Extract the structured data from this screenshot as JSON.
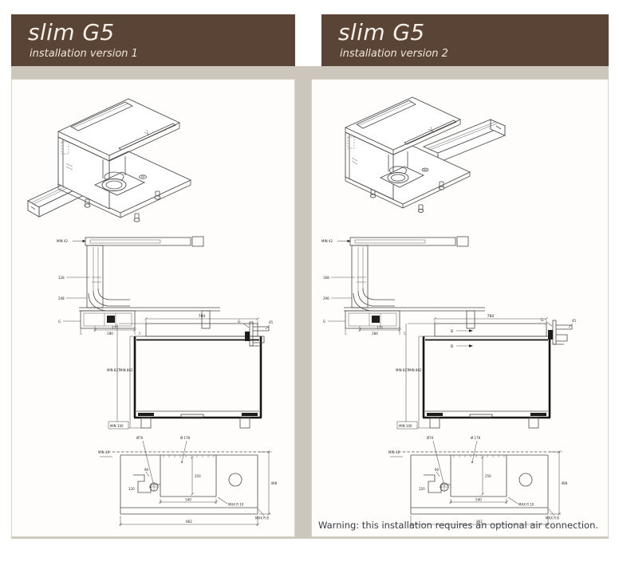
{
  "page": {
    "background": "#ffffff",
    "band_color": "#cdc6bd",
    "header_bg": "#5a4435",
    "header_fg": "#f5efe8",
    "drawing_line_color": "#4a4a4a"
  },
  "left": {
    "title": "slim G5",
    "subtitle": "installation version 1",
    "side": {
      "min_top": "MIN 42",
      "duct": "128",
      "elbow": "248",
      "g": "G",
      "b1": "175",
      "b2": "280"
    },
    "front": {
      "w": "780",
      "min_a": "MIN 827",
      "min_b": "MIN 862",
      "min_foot": "MIN 100"
    },
    "detail": {
      "g": "G",
      "dim": "45"
    },
    "plan": {
      "dia70": "Ø70",
      "dia178": "Ø 178",
      "min_left": "MIN 42",
      "angle": "90",
      "step": "120",
      "inner_h": "250",
      "inner_w": "540",
      "r10": "MAX R 10",
      "side_h": "498",
      "total_w": "862",
      "r8": "MAX R 8"
    }
  },
  "right": {
    "title": "slim G5",
    "subtitle": "installation version 2",
    "side": {
      "min_top": "MIN 42",
      "duct": "168",
      "elbow": "296",
      "g": "G",
      "b1": "175",
      "b2": "284"
    },
    "front": {
      "w": "780",
      "min_a": "MIN 827",
      "min_b": "MIN 862",
      "min_foot": "MIN 100",
      "section": "B"
    },
    "detail": {
      "g": "G",
      "dim": "45"
    },
    "plan": {
      "dia70": "Ø70",
      "dia178": "Ø 178",
      "min_left": "MIN 42",
      "angle": "90",
      "step": "120",
      "inner_h": "250",
      "inner_w": "540",
      "r10": "MAX R 10",
      "side_h": "498",
      "total_w": "862",
      "r8": "MAX R 8"
    },
    "warning": "Warning: this installation requires an optional air connection."
  }
}
